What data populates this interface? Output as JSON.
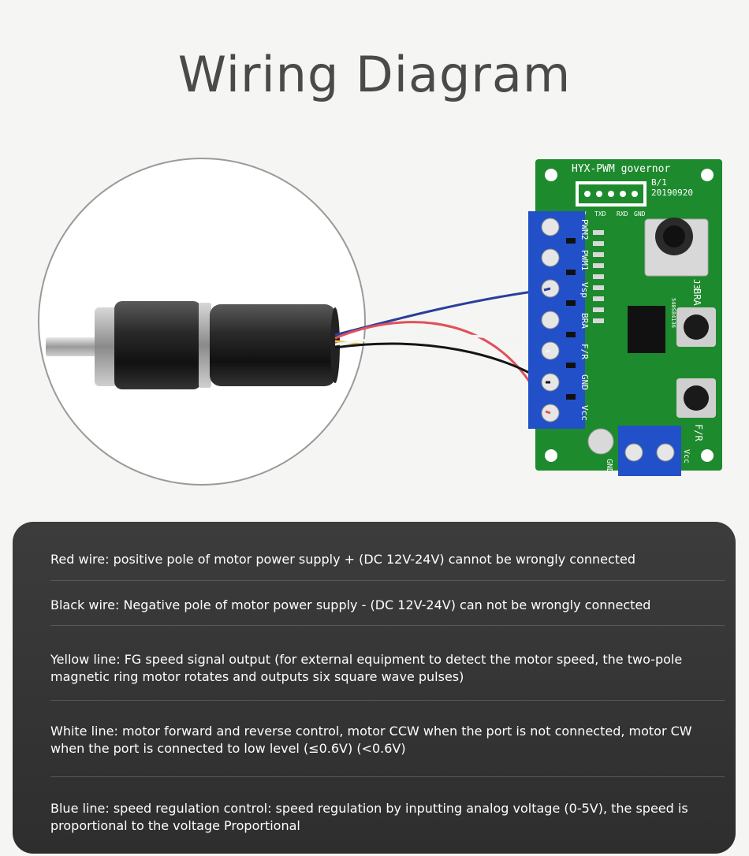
{
  "title": "Wiring Diagram",
  "board": {
    "name": "HYX-PWM governor",
    "revision": "B/1",
    "date": "20190920",
    "header_pins": [
      "5V",
      "TXD",
      "RXD",
      "GND"
    ],
    "terminal_labels": [
      "PWM2",
      "PWM1",
      "Vsp",
      "BRA",
      "F/R",
      "GND",
      "Vcc"
    ],
    "power_labels": [
      "GND",
      "Vcc"
    ],
    "button_labels": [
      "BRA",
      "F/R"
    ],
    "chip_label": "540S84136",
    "connector_label": "J3"
  },
  "wire_colors": {
    "red": "#e0505a",
    "black": "#151515",
    "white": "#f4f4f4",
    "blue": "#2a3f9a",
    "yellow": "#e8c84a"
  },
  "descriptions": [
    "Red wire: positive pole of motor power supply + (DC 12V-24V) cannot be wrongly connected",
    "Black wire: Negative pole of motor power supply - (DC 12V-24V) can not be wrongly connected",
    "Yellow line: FG speed signal output (for external equipment to detect the motor speed, the two-pole magnetic ring motor rotates and outputs six square wave pulses)",
    "White line: motor forward and reverse control, motor CCW when the port is not connected, motor CW when the port is connected to low level (≤0.6V) (<0.6V)",
    "Blue line: speed regulation control: speed regulation by inputting analog voltage (0-5V), the speed is proportional to the voltage Proportional"
  ]
}
